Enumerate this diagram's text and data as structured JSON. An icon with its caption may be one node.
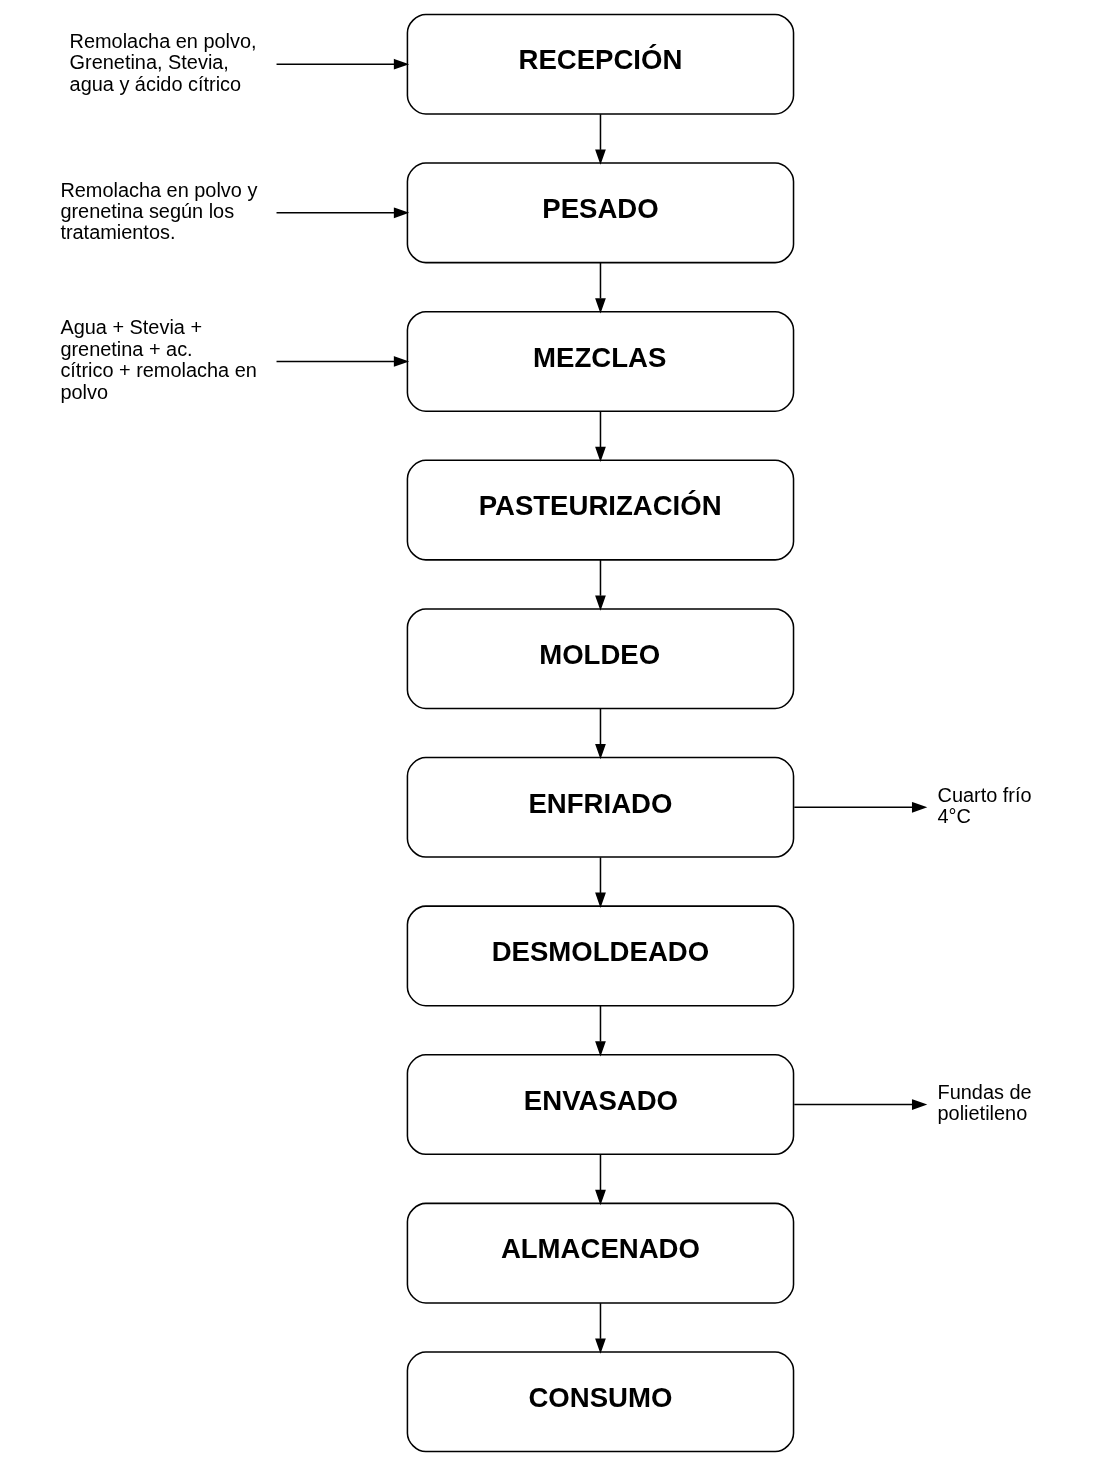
{
  "diagram": {
    "nodes": [
      {
        "text": [
          "Remolacha en polvo, Grenetina, Stevia, agua y ácido cítrico"
        ]
      },
      {
        "text": [
          "RECEPCIÓN"
        ]
      },
      {
        "text": [
          "Remolacha en polvo y grenetina según los tratamientos."
        ]
      },
      {
        "text": [
          "PESADO"
        ]
      },
      {
        "text": [
          "Agua + Stevia + grenetina + ac. cítrico + remolacha en polvo"
        ]
      },
      {
        "text": [
          "MEZCLAS"
        ]
      },
      {
        "text": [
          "PASTEURIZACIÓN"
        ]
      },
      {
        "text": [
          "MOLDEO"
        ]
      },
      {
        "text": [
          "ENFRIADO"
        ]
      },
      {
        "text": [
          "Cuarto frío 4°C"
        ]
      },
      {
        "text": [
          "DESMOLDEADO"
        ]
      },
      {
        "text": [
          "ENVASADO"
        ]
      },
      {
        "text": [
          "Fundas de polietileno"
        ]
      },
      {
        "text": [
          "ALMACENADO"
        ]
      },
      {
        "text": [
          "CONSUMO"
        ]
      }
    ],
    "edges": [
      {
        "from": 0,
        "to": 1,
        "arrow": "to"
      },
      {
        "from": 1,
        "to": 3,
        "arrow": "to"
      },
      {
        "from": 2,
        "to": 3,
        "arrow": "to"
      },
      {
        "from": 3,
        "to": 5,
        "arrow": "to"
      },
      {
        "from": 4,
        "to": 5,
        "arrow": "to"
      },
      {
        "from": 5,
        "to": 6,
        "arrow": "to"
      },
      {
        "from": 6,
        "to": 7,
        "arrow": "to"
      },
      {
        "from": 7,
        "to": 8,
        "arrow": "to"
      },
      {
        "from": 8,
        "to": 9,
        "arrow": "to"
      },
      {
        "from": 8,
        "to": 10,
        "arrow": "to"
      },
      {
        "from": 10,
        "to": 11,
        "arrow": "to"
      },
      {
        "from": 11,
        "to": 12,
        "arrow": "to"
      },
      {
        "from": 11,
        "to": 13,
        "arrow": "to"
      },
      {
        "from": 13,
        "to": 14,
        "arrow": "to"
      }
    ]
  }
}
